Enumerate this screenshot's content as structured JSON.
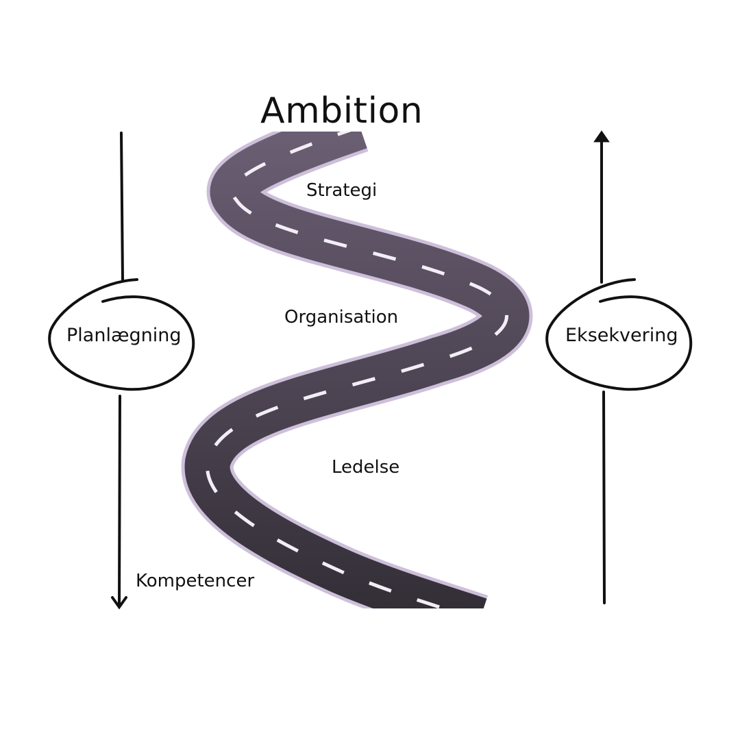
{
  "title": "Ambition",
  "road": {
    "stages": {
      "strategi": "Strategi",
      "organisation": "Organisation",
      "ledelse": "Ledelse"
    },
    "colors": {
      "asphalt_top": "#6b5f74",
      "asphalt_bottom": "#322d35",
      "edge": "#cdbfda",
      "dash": "#f2eef6"
    }
  },
  "left_axis": {
    "node_label": "Planlægning",
    "end_label": "Kompetencer",
    "direction": "down"
  },
  "right_axis": {
    "node_label": "Eksekvering",
    "direction": "up"
  },
  "colors": {
    "ink": "#111111",
    "background": "#ffffff"
  }
}
